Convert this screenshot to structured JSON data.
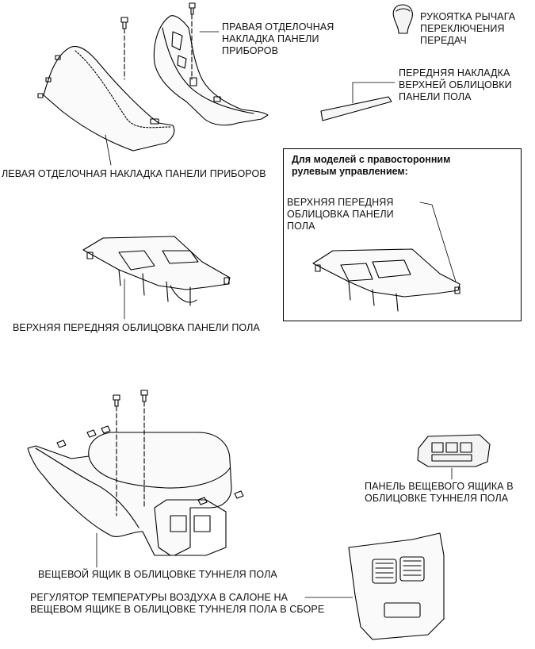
{
  "labels": {
    "right_trim": [
      "ПРАВАЯ ОТДЕЛОЧНАЯ",
      "НАКЛАДКА ПАНЕЛИ",
      "ПРИБОРОВ"
    ],
    "shift_knob": [
      "РУКОЯТКА РЫЧАГА",
      "ПЕРЕКЛЮЧЕНИЯ",
      "ПЕРЕДАЧ"
    ],
    "front_strip": [
      "ПЕРЕДНЯЯ НАКЛАДКА",
      "ВЕРХНЕЙ ОБЛИЦОВКИ",
      "ПАНЕЛИ ПОЛА"
    ],
    "left_trim": "ЛЕВАЯ ОТДЕЛОЧНАЯ НАКЛАДКА ПАНЕЛИ ПРИБОРОВ",
    "upper_front_panel": "ВЕРХНЯЯ ПЕРЕДНЯЯ ОБЛИЦОВКА ПАНЕЛИ ПОЛА",
    "box_panel": [
      "ПАНЕЛЬ ВЕЩЕВОГО ЯЩИКА В",
      "ОБЛИЦОВКЕ ТУННЕЛЯ ПОЛА"
    ],
    "console_box": "ВЕЩЕВОЙ ЯЩИК В ОБЛИЦОВКЕ ТУННЕЛЯ ПОЛА",
    "rear_vent": [
      "РЕГУЛЯТОР ТЕМПЕРАТУРЫ ВОЗДУХА В САЛОНЕ НА",
      "ВЕЩЕВОМ ЯЩИКЕ В ОБЛИЦОВКЕ ТУННЕЛЯ ПОЛА В СБОРЕ"
    ]
  },
  "inset": {
    "title": [
      "Для моделей с правосторонним",
      "рулевым управлением:"
    ],
    "label": [
      "ВЕРХНЯЯ ПЕРЕДНЯЯ",
      "ОБЛИЦОВКА ПАНЕЛИ",
      "ПОЛА"
    ]
  }
}
